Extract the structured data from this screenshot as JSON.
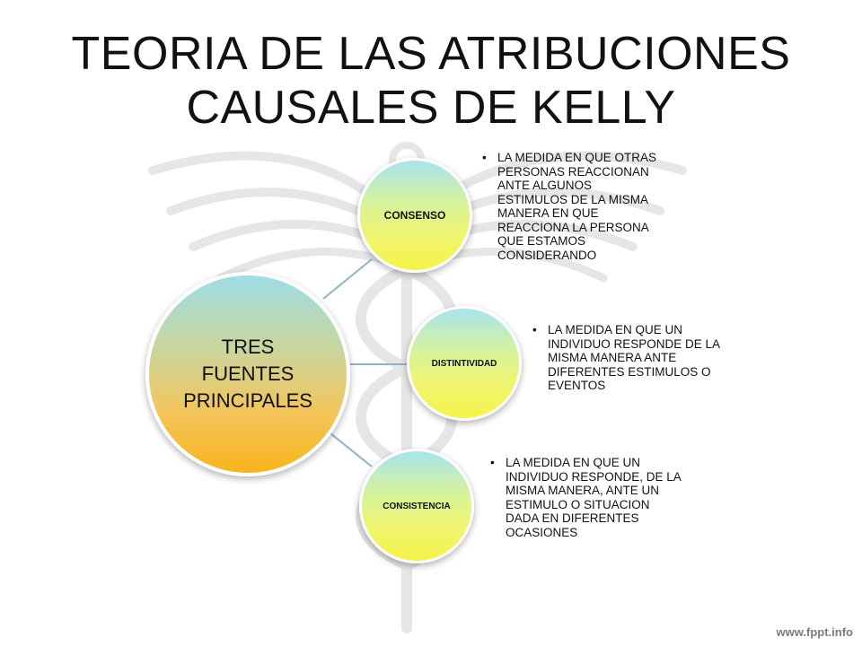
{
  "slide": {
    "title_line1": "TEORIA DE LAS ATRIBUCIONES",
    "title_line2": "CAUSALES DE KELLY",
    "footer_url": "www.fppt.info"
  },
  "diagram": {
    "center": {
      "line1": "TRES",
      "line2": "FUENTES",
      "line3": "PRINCIPALES"
    },
    "nodes": [
      {
        "label": "CONSENSO",
        "description": "LA MEDIDA EN QUE OTRAS PERSONAS REACCIONAN ANTE ALGUNOS ESTIMULOS DE LA MISMA MANERA EN QUE REACCIONA LA PERSONA QUE ESTAMOS CONSIDERANDO"
      },
      {
        "label": "DISTINTIVIDAD",
        "description": "LA MEDIDA EN QUE UN INDIVIDUO RESPONDE DE LA MISMA MANERA ANTE DIFERENTES ESTIMULOS O EVENTOS"
      },
      {
        "label": "CONSISTENCIA",
        "description": "LA MEDIDA EN QUE UN INDIVIDUO RESPONDE, DE LA MISMA MANERA, ANTE UN ESTIMULO O SITUACION DADA EN DIFERENTES OCASIONES"
      }
    ],
    "colors": {
      "center_top": "#9fdde6",
      "center_bottom": "#f8b41c",
      "node_top": "#a9e3ee",
      "node_bottom": "#f5f44a",
      "connector": "#8fb3c9"
    }
  },
  "icons": {
    "watermark": "caduceus-watermark-icon"
  }
}
